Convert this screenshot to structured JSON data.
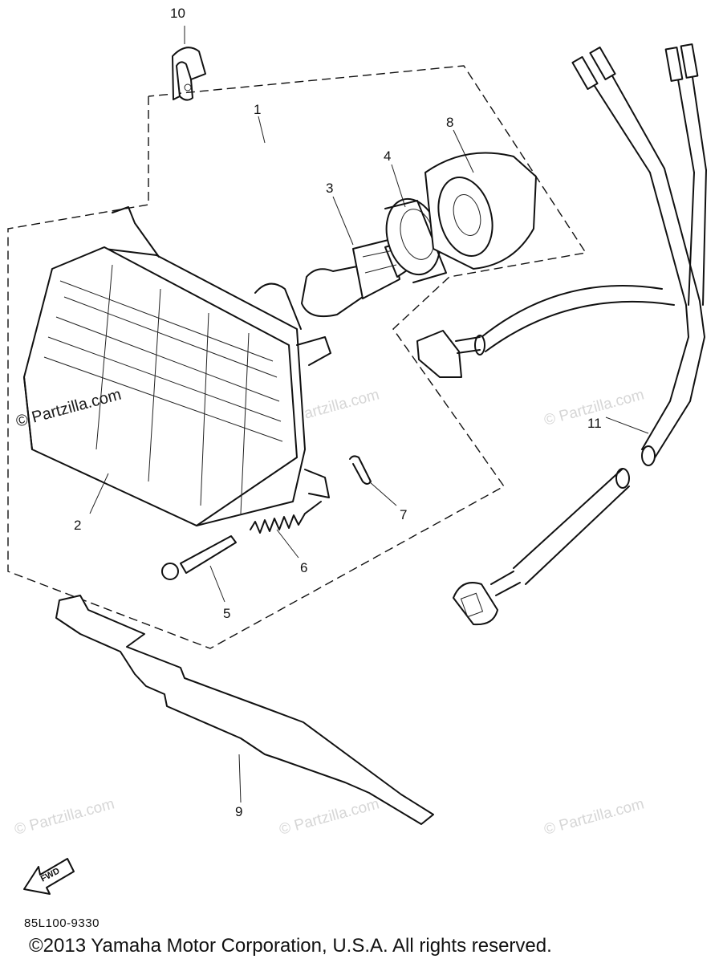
{
  "callouts": {
    "c1": "1",
    "c2": "2",
    "c3": "3",
    "c4": "4",
    "c5": "5",
    "c6": "6",
    "c7": "7",
    "c8": "8",
    "c9": "9",
    "c10": "10",
    "c11": "11"
  },
  "watermark_text": "© Partzilla.com",
  "fwd_label": "FWD",
  "ref_code": "85L100-9330",
  "copyright": "©2013  Yamaha Motor Corporation, U.S.A. All rights reserved.",
  "colors": {
    "line": "#111111",
    "watermark": "#d6d6d6",
    "background": "#ffffff"
  }
}
